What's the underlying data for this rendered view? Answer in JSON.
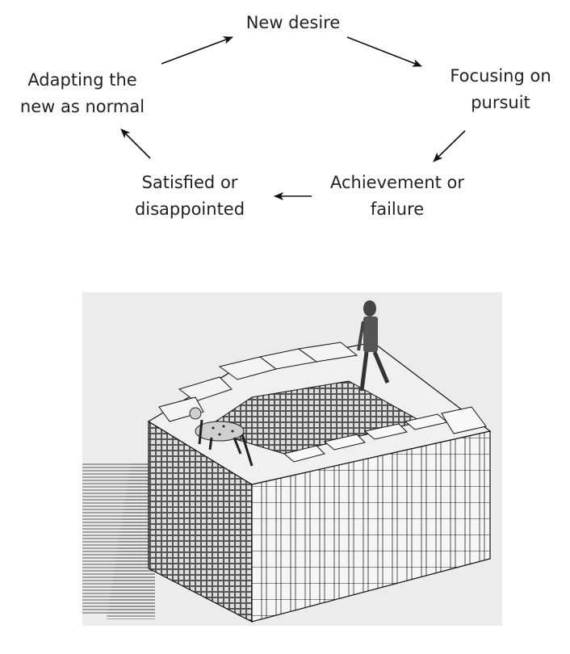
{
  "cycle": {
    "nodes": [
      {
        "id": "new-desire",
        "lines": [
          "New desire"
        ]
      },
      {
        "id": "focusing-on-pursuit",
        "lines": [
          "Focusing on",
          "pursuit"
        ]
      },
      {
        "id": "achievement-or-failure",
        "lines": [
          "Achievement or",
          "failure"
        ]
      },
      {
        "id": "satisfied-or-disappointed",
        "lines": [
          "Satisfied or",
          "disappointed"
        ]
      },
      {
        "id": "adapting-new-as-normal",
        "lines": [
          "Adapting the",
          "new as normal"
        ]
      }
    ],
    "arrows": [
      {
        "from": "new-desire",
        "to": "focusing-on-pursuit"
      },
      {
        "from": "focusing-on-pursuit",
        "to": "achievement-or-failure"
      },
      {
        "from": "achievement-or-failure",
        "to": "satisfied-or-disappointed"
      },
      {
        "from": "satisfied-or-disappointed",
        "to": "adapting-new-as-normal"
      },
      {
        "from": "adapting-new-as-normal",
        "to": "new-desire"
      }
    ]
  },
  "illustration": {
    "subject": "endless staircase block with a man walking up the steps and a dog on the lower landing",
    "style": "black-and-white engraving"
  },
  "colors": {
    "text": "#222222",
    "line": "#111111",
    "panel": "#ececec"
  }
}
